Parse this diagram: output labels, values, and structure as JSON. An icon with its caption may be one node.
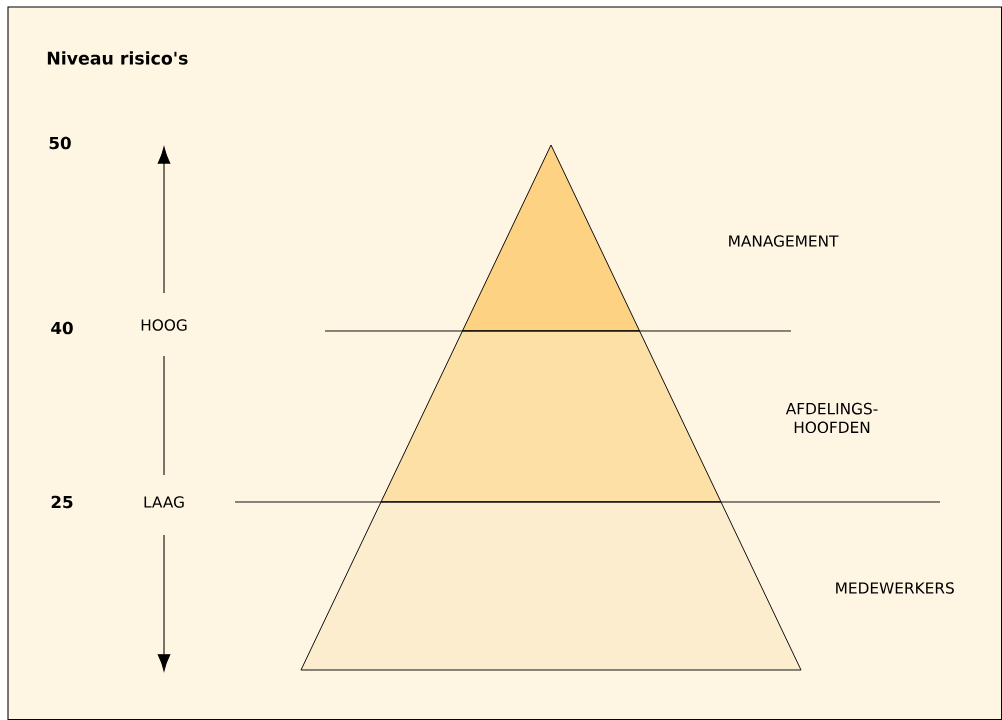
{
  "diagram": {
    "title": "Niveau risico's",
    "labels": [
      "50",
      "MANAGEMENT",
      "40",
      "HOOG",
      "AFDELINGS-HOOFDEN",
      "25",
      "LAAG",
      "MEDEWERKERS"
    ]
  }
}
